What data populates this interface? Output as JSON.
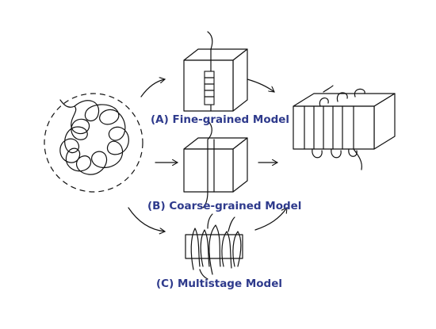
{
  "labels": {
    "fine": "(A) Fine-grained Model",
    "coarse": "(B) Coarse-grained Model",
    "multi": "(C) Multistage Model"
  },
  "colors": {
    "label": "#2e3a8c",
    "line": "#111111",
    "background": "#ffffff"
  }
}
